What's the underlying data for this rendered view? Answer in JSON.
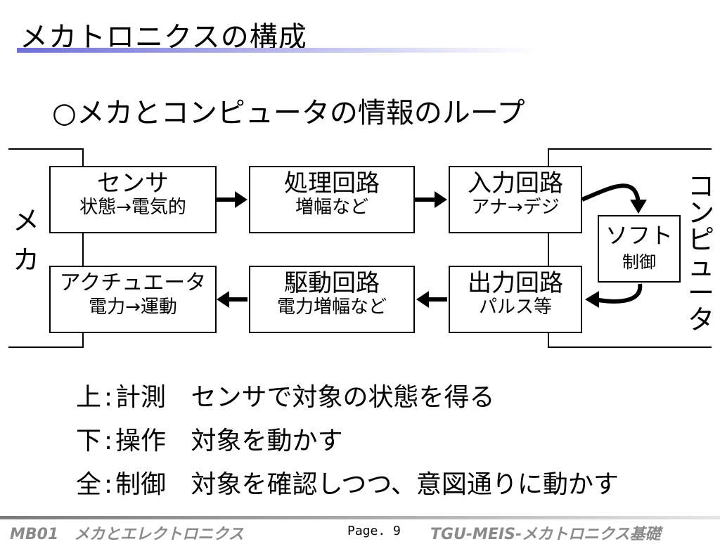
{
  "title": "メカトロニクスの構成",
  "subtitle": "○メカとコンピュータの情報のループ",
  "side_labels": {
    "mech": [
      "メ",
      "カ"
    ],
    "computer": [
      "コ",
      "ン",
      "ピ",
      "ュ",
      "ー",
      "タ"
    ]
  },
  "boxes": {
    "sensor": {
      "main": "センサ",
      "sub": "状態→電気的"
    },
    "processing": {
      "main": "処理回路",
      "sub": "増幅など"
    },
    "input": {
      "main": "入力回路",
      "sub": "アナ→デジ"
    },
    "software": {
      "main": "ソフト",
      "sub": "制御"
    },
    "output": {
      "main": "出力回路",
      "sub": "パルス等"
    },
    "drive": {
      "main": "駆動回路",
      "sub": "電力増幅など"
    },
    "actuator": {
      "main": "アクチュエータ",
      "sub": "電力→運動"
    }
  },
  "legend": [
    {
      "key": "上",
      "colon": ":",
      "name": "計測",
      "desc": "センサで対象の状態を得る"
    },
    {
      "key": "下",
      "colon": ":",
      "name": "操作",
      "desc": "対象を動かす"
    },
    {
      "key": "全",
      "colon": ":",
      "name": "制御",
      "desc": "対象を確認しつつ、意図通りに動かす"
    }
  ],
  "footer": {
    "left": "MB01　メカとエレクトロニクス",
    "page": "Page. 9",
    "right": "TGU-MEIS-メカトロニクス基礎"
  }
}
